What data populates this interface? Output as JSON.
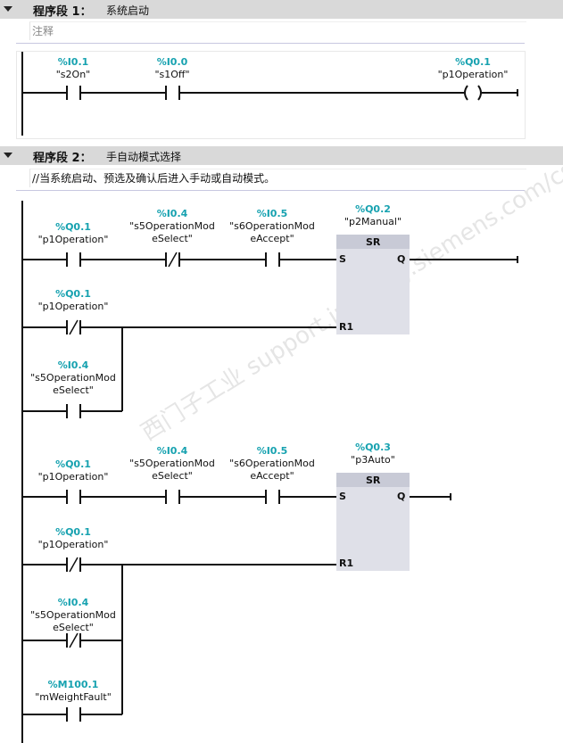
{
  "networks": [
    {
      "number": "程序段 1：",
      "title": "系统启动",
      "comment": "注释",
      "labels": [
        {
          "addr": "%I0.1",
          "name": "\"s2On\""
        },
        {
          "addr": "%I0.0",
          "name": "\"s1Off\""
        },
        {
          "addr": "%Q0.1",
          "name": "\"p1Operation\""
        }
      ]
    },
    {
      "number": "程序段 2：",
      "title": "手自动模式选择",
      "comment": "//当系统启动、预选及确认后进入手动或自动模式。",
      "labels": [
        {
          "addr": "%Q0.1",
          "name": "\"p1Operation\""
        },
        {
          "addr": "%I0.4",
          "name": "\"s5OperationMod eSelect\""
        },
        {
          "addr": "%I0.5",
          "name": "\"s6OperationMod eAccept\""
        },
        {
          "addr": "%Q0.2",
          "name": "\"p2Manual\""
        },
        {
          "addr": "%Q0.1",
          "name": "\"p1Operation\""
        },
        {
          "addr": "%I0.4",
          "name": "\"s5OperationMod eSelect\""
        },
        {
          "addr": "%Q0.1",
          "name": "\"p1Operation\""
        },
        {
          "addr": "%I0.4",
          "name": "\"s5OperationMod eSelect\""
        },
        {
          "addr": "%I0.5",
          "name": "\"s6OperationMod eAccept\""
        },
        {
          "addr": "%Q0.3",
          "name": "\"p3Auto\""
        },
        {
          "addr": "%Q0.1",
          "name": "\"p1Operation\""
        },
        {
          "addr": "%I0.4",
          "name": "\"s5OperationMod eSelect\""
        },
        {
          "addr": "%M100.1",
          "name": "\"mWeightFault\""
        }
      ]
    }
  ],
  "sr_block": {
    "title": "SR",
    "set": "S",
    "reset": "R1",
    "output": "Q"
  },
  "watermark": "西门子工业 support.industry.siemens.com/cs",
  "colors": {
    "address": "#17a2b0",
    "header": "#d9d9d9",
    "block": "#dfe0e8"
  }
}
